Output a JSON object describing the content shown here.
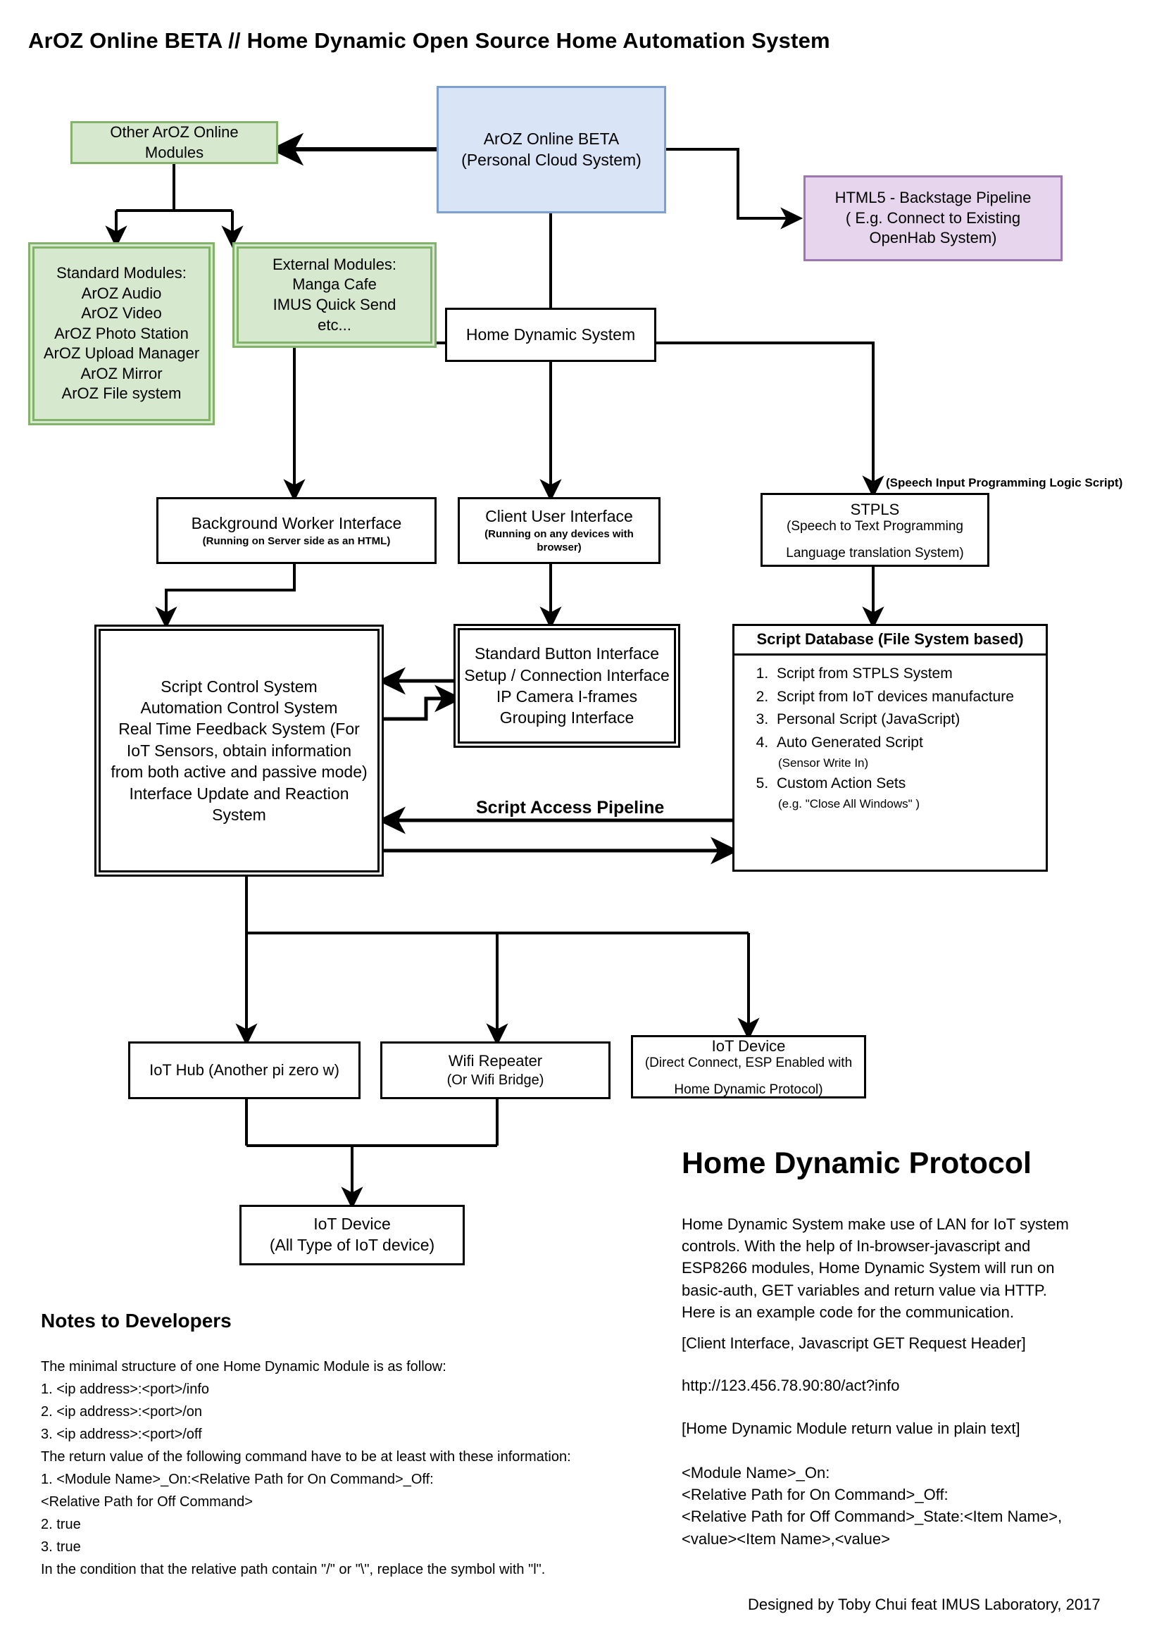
{
  "title": "ArOZ Online BETA //  Home Dynamic Open Source Home Automation System",
  "nodes": {
    "aroz_online": "ArOZ Online BETA\n(Personal Cloud System)",
    "other_modules": "Other ArOZ Online\nModules",
    "html5_pipeline": "HTML5 - Backstage Pipeline\n( E.g. Connect to Existing\nOpenHab System)",
    "standard_modules": "Standard Modules:\nArOZ Audio\nArOZ Video\nArOZ Photo Station\nArOZ Upload Manager\nArOZ Mirror\nArOZ File system",
    "external_modules": "External Modules:\nManga Cafe\nIMUS Quick Send\netc...",
    "home_dynamic_system": "Home Dynamic System",
    "background_worker": "Background Worker Interface",
    "background_worker_sub": "(Running on Server side as an HTML)",
    "client_user_interface": "Client User Interface",
    "client_user_interface_sub": "(Running on any devices with browser)",
    "stpls": "STPLS",
    "stpls_sub": "(Speech to Text Programming\n\nLanguage translation System)",
    "stpls_edge_label": "(Speech Input Programming Logic Script)",
    "script_control": "Script Control System\nAutomation Control System\nReal Time Feedback System (For\nIoT Sensors, obtain information\nfrom both active and passive mode)\nInterface Update and Reaction\nSystem",
    "standard_button": "Standard Button Interface\nSetup / Connection Interface\nIP Camera I-frames\nGrouping Interface",
    "script_access_pipeline": "Script Access Pipeline",
    "iot_hub": "IoT Hub (Another pi zero w)",
    "wifi_repeater": "Wifi Repeater",
    "wifi_repeater_sub": "(Or Wifi Bridge)",
    "iot_device_direct": "IoT Device",
    "iot_device_direct_sub": "(Direct Connect, ESP Enabled with\n\nHome Dynamic Protocol)",
    "iot_device_all": "IoT Device\n(All Type of IoT device)"
  },
  "script_database": {
    "header": "Script Database (File System based)",
    "items": [
      {
        "text": "Script from STPLS System",
        "note": ""
      },
      {
        "text": "Script from IoT devices manufacture",
        "note": ""
      },
      {
        "text": "Personal Script (JavaScript)",
        "note": ""
      },
      {
        "text": "Auto Generated Script",
        "note": "(Sensor Write In)"
      },
      {
        "text": "Custom Action Sets",
        "note": "(e.g. \"Close All Windows\" )"
      }
    ]
  },
  "notes": {
    "heading": "Notes to Developers",
    "body": "The minimal structure of one Home Dynamic Module is as follow:\n1. <ip address>:<port>/info\n2. <ip address>:<port>/on\n3. <ip address>:<port>/off\nThe return value of the following command have to be at least with these information:\n1. <Module Name>_On:<Relative Path for On Command>_Off:\n<Relative Path for Off Command>\n2. true\n3. true\nIn the condition that the relative path contain \"/\" or \"\\\", replace the symbol with \"l\"."
  },
  "protocol": {
    "heading": "Home Dynamic Protocol",
    "paragraph": "Home Dynamic System make use of LAN for IoT system\ncontrols. With the help of In-browser-javascript and\nESP8266 modules, Home Dynamic System will run on\nbasic-auth, GET variables and return value via HTTP.\nHere is an example code for the communication.",
    "client_header": "[Client Interface, Javascript GET Request Header]",
    "url": "http://123.456.78.90:80/act?info",
    "return_header": "[Home Dynamic Module return value in plain text]",
    "return_body": "<Module Name>_On:\n<Relative Path for On Command>_Off:\n<Relative Path for Off Command>_State:<Item Name>,\n<value><Item Name>,<value>"
  },
  "footer": "Designed by Toby Chui feat IMUS Laboratory, 2017",
  "colors": {
    "green_fill": "#d6e8cd",
    "green_border": "#83b36a",
    "blue_fill": "#d9e5f7",
    "blue_border": "#7e9fd2",
    "purple_fill": "#e6d5ec",
    "purple_border": "#9d77b0",
    "line": "#000000"
  }
}
